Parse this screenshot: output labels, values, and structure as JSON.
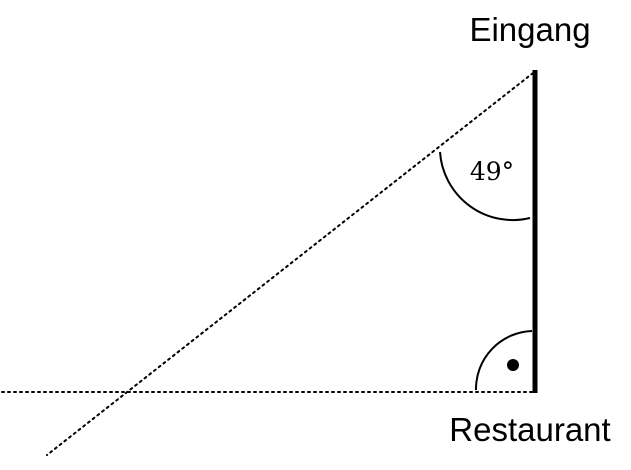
{
  "labels": {
    "top_point": "Eingang",
    "bottom_point": "Restaurant",
    "angle": "49°"
  },
  "colors": {
    "stroke": "#000000",
    "background": "#ffffff"
  }
}
